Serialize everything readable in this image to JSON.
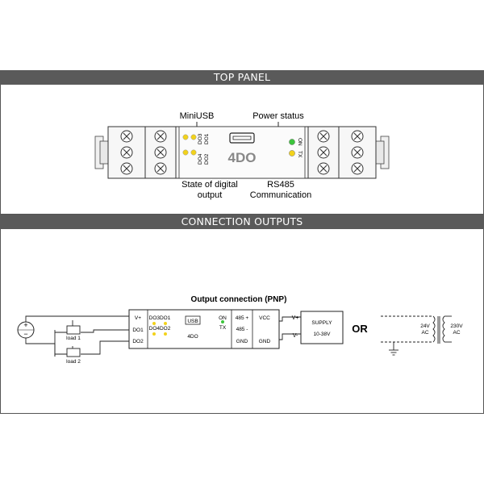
{
  "sections": {
    "top_panel": "TOP PANEL",
    "connection_outputs": "CONNECTION OUTPUTS"
  },
  "top_panel": {
    "callouts": {
      "miniusb": "MiniUSB",
      "power_status": "Power status",
      "state_line1": "State of digital",
      "state_line2": "output",
      "rs485_line1": "RS485",
      "rs485_line2": "Communication"
    },
    "device_label": "4DO",
    "led_labels": {
      "do3": "DO3",
      "do1": "DO1",
      "do4": "DO4",
      "do2": "DO2",
      "on": "ON",
      "tx": "TX"
    }
  },
  "connection": {
    "title": "Output connection (PNP)",
    "left_terminals": [
      "V+",
      "DO1",
      "DO2"
    ],
    "led_labels": {
      "do3do1": "DO3DO1",
      "do4do2": "DO4DO2",
      "on": "ON",
      "tx": "TX"
    },
    "usb": "USB",
    "device": "4DO",
    "right_terminals": [
      "485 +",
      "485 -",
      "GND"
    ],
    "power_terminals": [
      "VCC",
      "GND"
    ],
    "supply_in": [
      "V+",
      "V-"
    ],
    "supply_line1": "SUPPLY",
    "supply_line2": "10-38V",
    "loads": [
      "load 1",
      "load 2"
    ],
    "or": "OR",
    "transformer": {
      "secondary_line1": "24V",
      "secondary_line2": "AC",
      "primary_line1": "230V",
      "primary_line2": "AC"
    },
    "source_plus": "+",
    "source_minus": "−"
  },
  "colors": {
    "header_bg": "#5a5a5a",
    "led_yellow": "#f2d21b",
    "led_green": "#3cc43c",
    "module_fill": "#f7f7f7"
  }
}
